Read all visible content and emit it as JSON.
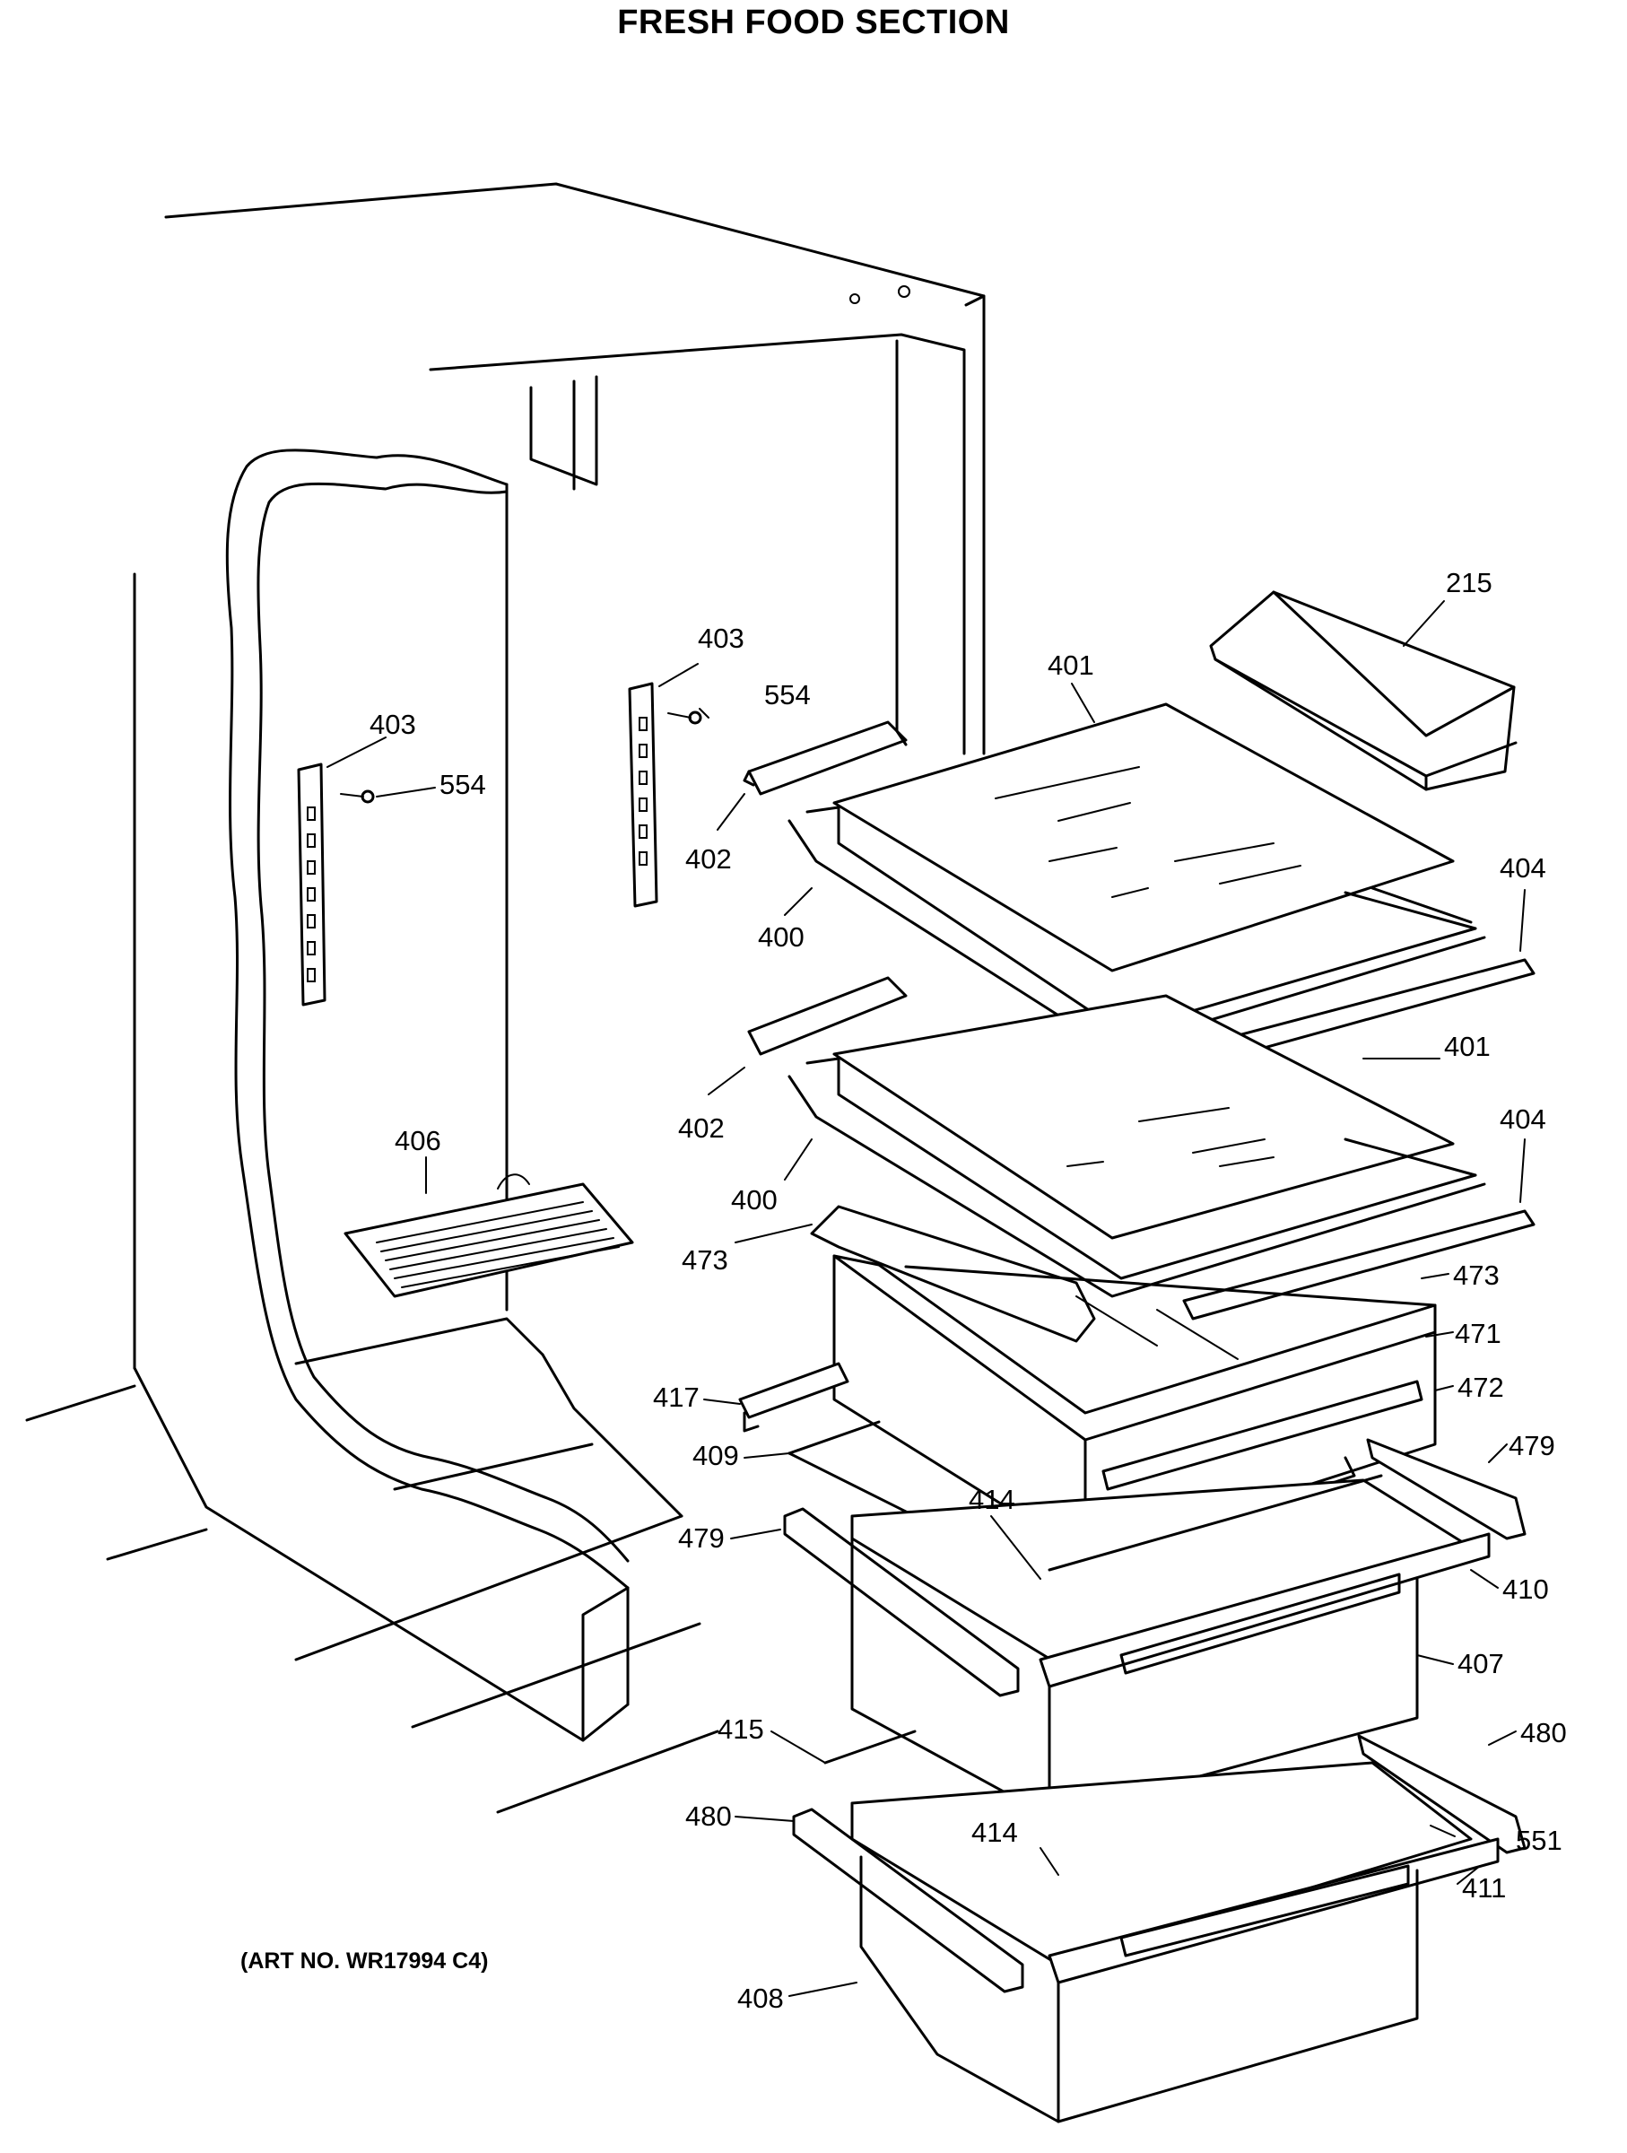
{
  "title": "FRESH FOOD SECTION",
  "art_number": "(ART NO. WR17994 C4)",
  "callouts": [
    {
      "id": "c215",
      "text": "215"
    },
    {
      "id": "c401a",
      "text": "401"
    },
    {
      "id": "c403a",
      "text": "403"
    },
    {
      "id": "c554a",
      "text": "554"
    },
    {
      "id": "c403b",
      "text": "403"
    },
    {
      "id": "c554b",
      "text": "554"
    },
    {
      "id": "c402a",
      "text": "402"
    },
    {
      "id": "c404a",
      "text": "404"
    },
    {
      "id": "c400a",
      "text": "400"
    },
    {
      "id": "c401b",
      "text": "401"
    },
    {
      "id": "c402b",
      "text": "402"
    },
    {
      "id": "c404b",
      "text": "404"
    },
    {
      "id": "c406",
      "text": "406"
    },
    {
      "id": "c400b",
      "text": "400"
    },
    {
      "id": "c473a",
      "text": "473"
    },
    {
      "id": "c473b",
      "text": "473"
    },
    {
      "id": "c471",
      "text": "471"
    },
    {
      "id": "c417",
      "text": "417"
    },
    {
      "id": "c472",
      "text": "472"
    },
    {
      "id": "c409",
      "text": "409"
    },
    {
      "id": "c479a",
      "text": "479"
    },
    {
      "id": "c414a",
      "text": "414"
    },
    {
      "id": "c479b",
      "text": "479"
    },
    {
      "id": "c410",
      "text": "410"
    },
    {
      "id": "c407",
      "text": "407"
    },
    {
      "id": "c415",
      "text": "415"
    },
    {
      "id": "c480a",
      "text": "480"
    },
    {
      "id": "c480b",
      "text": "480"
    },
    {
      "id": "c414b",
      "text": "414"
    },
    {
      "id": "c551",
      "text": "551"
    },
    {
      "id": "c411",
      "text": "411"
    },
    {
      "id": "c408",
      "text": "408"
    }
  ]
}
